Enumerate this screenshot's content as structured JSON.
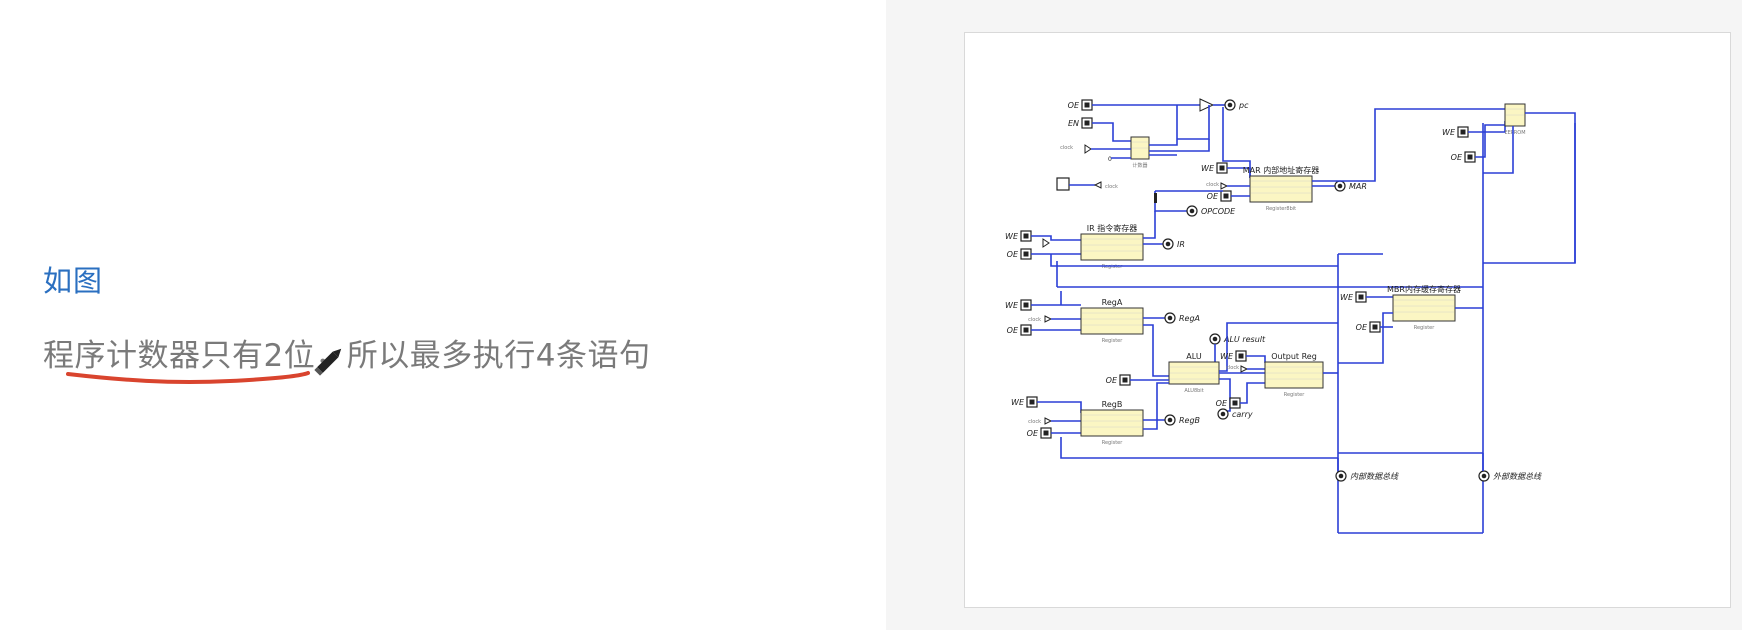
{
  "text": {
    "heading": "如图",
    "body": "程序计数器只有2位，所以最多执行4条语句"
  },
  "annotation": {
    "underline_color": "#d9442e",
    "cursor_icon": "pen-cursor-icon"
  },
  "diagram": {
    "pins": {
      "oe_pc": "OE",
      "en_pc": "EN",
      "pc_out": "pc",
      "clock_pc": "clock",
      "zero": "0",
      "we_mar": "WE",
      "oe_mar": "OE",
      "mar_out": "MAR",
      "clock_src": "clock",
      "opcode": "OPCODE",
      "we_ir": "WE",
      "oe_ir": "OE",
      "ir_out": "IR",
      "we_rega": "WE",
      "oe_rega": "OE",
      "rega_out": "RegA",
      "alu_result": "ALU result",
      "we_out": "WE",
      "oe_alu": "OE",
      "oe_out": "OE",
      "carry": "carry",
      "we_regb": "WE",
      "oe_regb": "OE",
      "regb_out": "RegB",
      "we_mbr": "WE",
      "oe_mbr": "OE",
      "we_eeprom": "WE",
      "oe_eeprom": "OE",
      "internal_bus": "内部数据总线",
      "external_bus": "外部数据总线"
    },
    "blocks": {
      "counter": {
        "title": "",
        "sub": "计数器"
      },
      "mar": {
        "title": "MAR 内部地址寄存器",
        "sub": "Register8bit"
      },
      "ir": {
        "title": "IR 指令寄存器",
        "sub": "Register"
      },
      "rega": {
        "title": "RegA",
        "sub": "Register"
      },
      "alu": {
        "title": "ALU",
        "sub": "ALU8bit"
      },
      "outreg": {
        "title": "Output Reg",
        "sub": "Register"
      },
      "regb": {
        "title": "RegB",
        "sub": "Register"
      },
      "mbr": {
        "title": "MBR内存缓存寄存器",
        "sub": "Register"
      },
      "eeprom": {
        "title": "",
        "sub": "EEPROM"
      }
    },
    "colors": {
      "wire": "#2b3fd6",
      "block_fill": "#fbf6c3",
      "block_border": "#333333"
    }
  }
}
